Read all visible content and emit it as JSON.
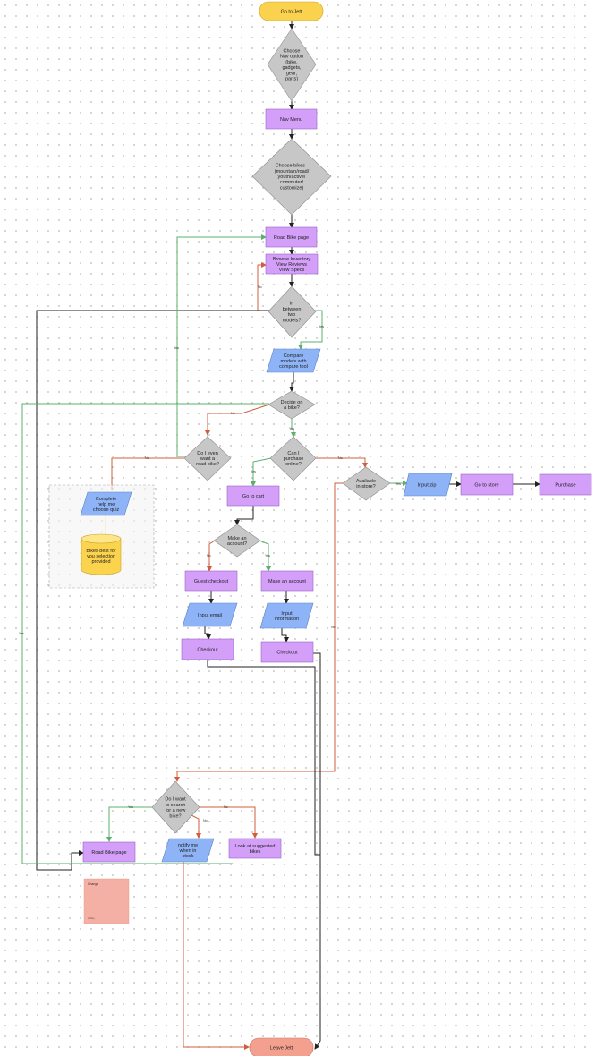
{
  "colors": {
    "terminal_start": "#fbd24e",
    "terminal_end": "#f4a08f",
    "process": "#d39ff8",
    "decision": "#c7c7c7",
    "io": "#8eb4f7",
    "database": "#fcd34d",
    "note": "#f4b0a4",
    "edge_default": "#222222",
    "edge_green": "#5bb06b",
    "edge_red": "#d25c3c"
  },
  "nodes": {
    "go_to_jett": "Go to Jett",
    "choose_nav": "Choose\nNav option\n(bike,\ngadgets,\ngear,\nparts)",
    "nav_menu": "Nav Menu",
    "choose_bikes": "Choose bikes -\n(mountain/road/\nyouth/active/\ncommuter/\ncustomize)",
    "road_bike_page": "Road Bike page",
    "browse_inventory": "Browse Inventory\nView Reviews\nView Specs",
    "in_between": "In\nbetween\ntwo\nmodels?",
    "compare_models": "Compare\nmodels with\ncompare tool",
    "decide_bike": "Decide on\na bike?",
    "do_i_even": "Do I even\nwant a\nroad bike?",
    "can_i_purchase": "Can I\npurchase\nonline?",
    "available_instore": "Available\nin-store?",
    "input_zip": "Input zip",
    "go_to_store": "Go to store",
    "purchase": "Purchase",
    "complete_quiz": "Complete\nhelp me\nchoose quiz",
    "bikes_best": "Bikes best for\nyou selection\nprovided",
    "go_to_cart": "Go to cart",
    "make_account_q": "Make an\naccount?",
    "guest_checkout": "Guest checkout",
    "make_account": "Make an account",
    "input_email": "Input email",
    "input_information": "Input\ninformation",
    "checkout_1": "Checkout",
    "checkout_2": "Checkout",
    "search_new_bike": "Do I want\nto search\nfor a new\nbike?",
    "road_bike_page_2": "Road Bike page",
    "notify_me": "notify me\nwhen in\nstock",
    "look_suggested": "Look at suggested\nbikes",
    "leave_jett": "Leave Jett",
    "note_title": "Change",
    "note_footer": "Ashley"
  },
  "edge_labels": {
    "no": "No",
    "yes": "Yes"
  }
}
